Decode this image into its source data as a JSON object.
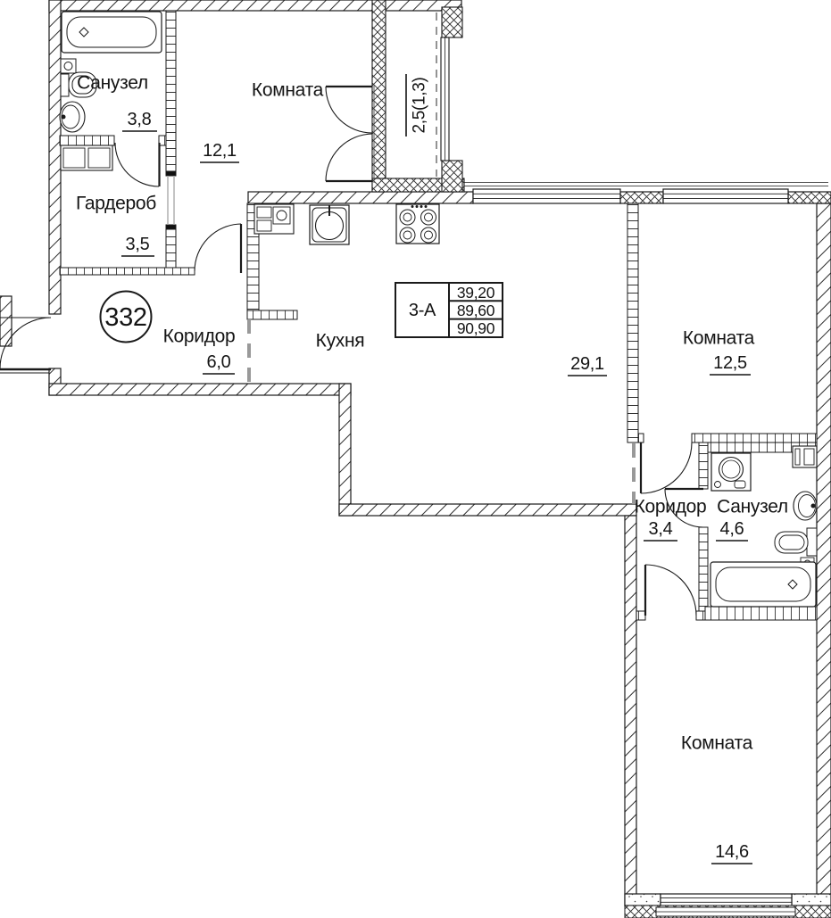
{
  "plan": {
    "apartment_badge": "332",
    "unit_info": {
      "unit_type": "3-А",
      "values": [
        "39,20",
        "89,60",
        "90,90"
      ]
    },
    "balcony": {
      "area": "2,5(1,3)"
    },
    "rooms": {
      "bath1": {
        "name": "Санузел",
        "area": "3,8"
      },
      "room1": {
        "name": "Комната",
        "area": "12,1"
      },
      "wardrobe": {
        "name": "Гардероб",
        "area": "3,5"
      },
      "hall": {
        "name": "Коридор",
        "area": "6,0"
      },
      "kitchen": {
        "name": "Кухня",
        "area": "29,1"
      },
      "room2": {
        "name": "Комната",
        "area": "12,5"
      },
      "hall2": {
        "name": "Коридор",
        "area": "3,4"
      },
      "bath2": {
        "name": "Санузел",
        "area": "4,6"
      },
      "room3": {
        "name": "Комната",
        "area": "14,6"
      }
    },
    "colors": {
      "line": "#1a1a1a",
      "bg": "#ffffff"
    }
  }
}
